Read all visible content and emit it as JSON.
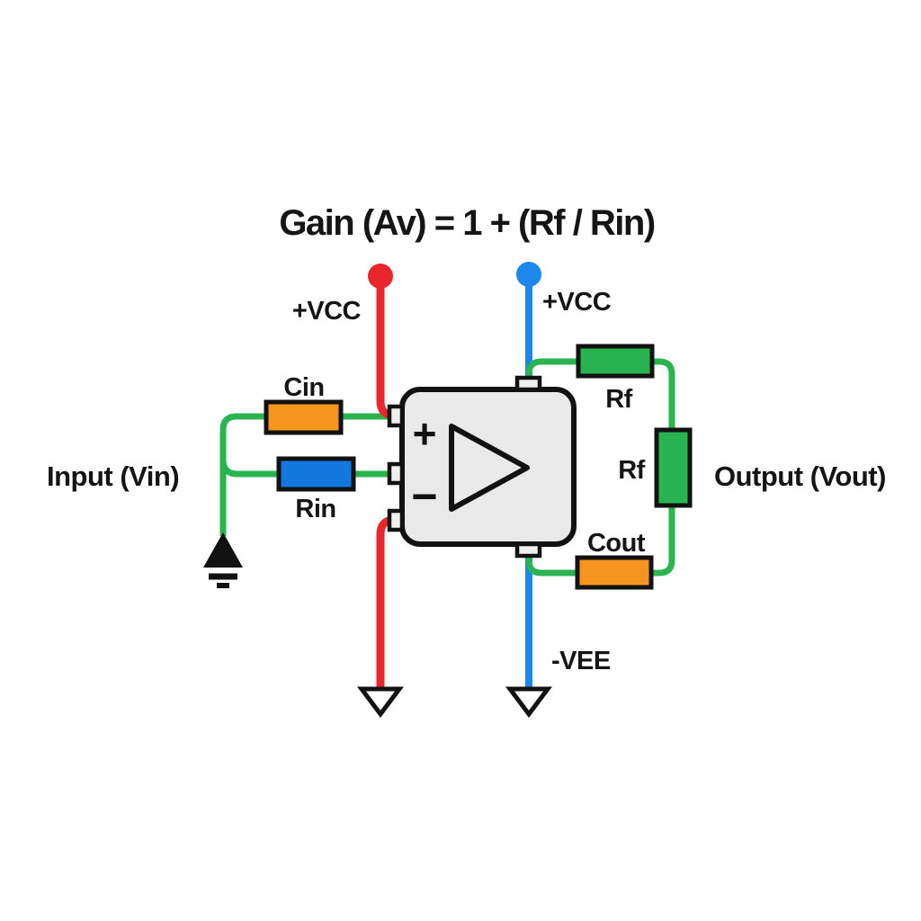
{
  "title": "Gain (Av) = 1 + (Rf / Rin)",
  "io": {
    "input": "Input (Vin)",
    "output": "Output (Vout)"
  },
  "power": {
    "vcc_left": "+VCC",
    "vcc_right": "+VCC",
    "vee": "-VEE"
  },
  "components": {
    "cin": "Cin",
    "rin": "Rin",
    "rf_top": "Rf",
    "rf_side": "Rf",
    "cout": "Cout"
  },
  "opamp": {
    "plus": "+",
    "minus": "−"
  },
  "colors": {
    "background": "#ffffff",
    "outline": "#121212",
    "text": "#151515",
    "wire-green": "#2ab34f",
    "wire-red": "#e8262b",
    "wire-blue": "#1e87eb",
    "resistor-orange": "#f5941f",
    "resistor-blue": "#1377e0",
    "resistor-green": "#28b450",
    "opamp-fill": "#e9e9e9",
    "pin-fill": "#efefef"
  }
}
